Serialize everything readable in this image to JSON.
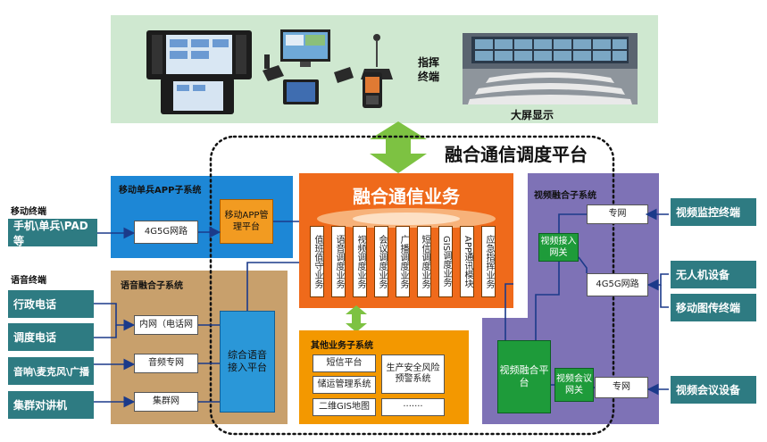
{
  "top": {
    "command_terminal_label": "指挥终端",
    "big_screen_label": "大屏显示"
  },
  "platform_title": "融合通信调度平台",
  "core": {
    "title": "融合通信业务",
    "services": [
      "值班值守业务",
      "语音调度业务",
      "视频调度业务",
      "会议调度业务",
      "广播调度业务",
      "短信调度业务",
      "GIS调度业务",
      "APP通讯模块",
      "应急指挥业务"
    ]
  },
  "mobile": {
    "title": "移动单兵APP子系统",
    "network": "4G5G网路",
    "platform": "移动APP管理平台"
  },
  "voice": {
    "title": "语音融合子系统",
    "intranet": "内网（电话网",
    "audio_net": "音频专网",
    "trunk_net": "集群网",
    "platform": "综合语音接入平台"
  },
  "other": {
    "title": "其他业务子系统",
    "items": [
      "短信平台",
      "生产安全风险预警系统",
      "储运管理系统",
      "二维GIS地图",
      "·······"
    ]
  },
  "video": {
    "title": "视频融合子系统",
    "private_net_top": "专网",
    "access_gateway": "视频接入网关",
    "network_4g5g": "4G5G网路",
    "video_platform": "视频融合平台",
    "conf_gateway": "视频会议网关",
    "private_net_bottom": "专网"
  },
  "left": {
    "mobile_terminal_label": "移动终端",
    "mobile_terminal": "手机\\单兵\\PAD等",
    "voice_terminal_label": "语音终端",
    "voice_items": [
      "行政电话",
      "调度电话",
      "音响\\麦克风\\广播",
      "集群对讲机"
    ]
  },
  "right": {
    "items": [
      "视频监控终端",
      "无人机设备",
      "移动图传终端",
      "视频会议设备"
    ]
  },
  "colors": {
    "top_panel": "#cfe8d0",
    "blue_panel": "#1d87d6",
    "tan_panel": "#c8a06c",
    "orange_core": "#ef6a1b",
    "orange_other": "#f39800",
    "purple_panel": "#7e72b6",
    "teal": "#2e7b82",
    "green_arrow": "#7dc242"
  }
}
